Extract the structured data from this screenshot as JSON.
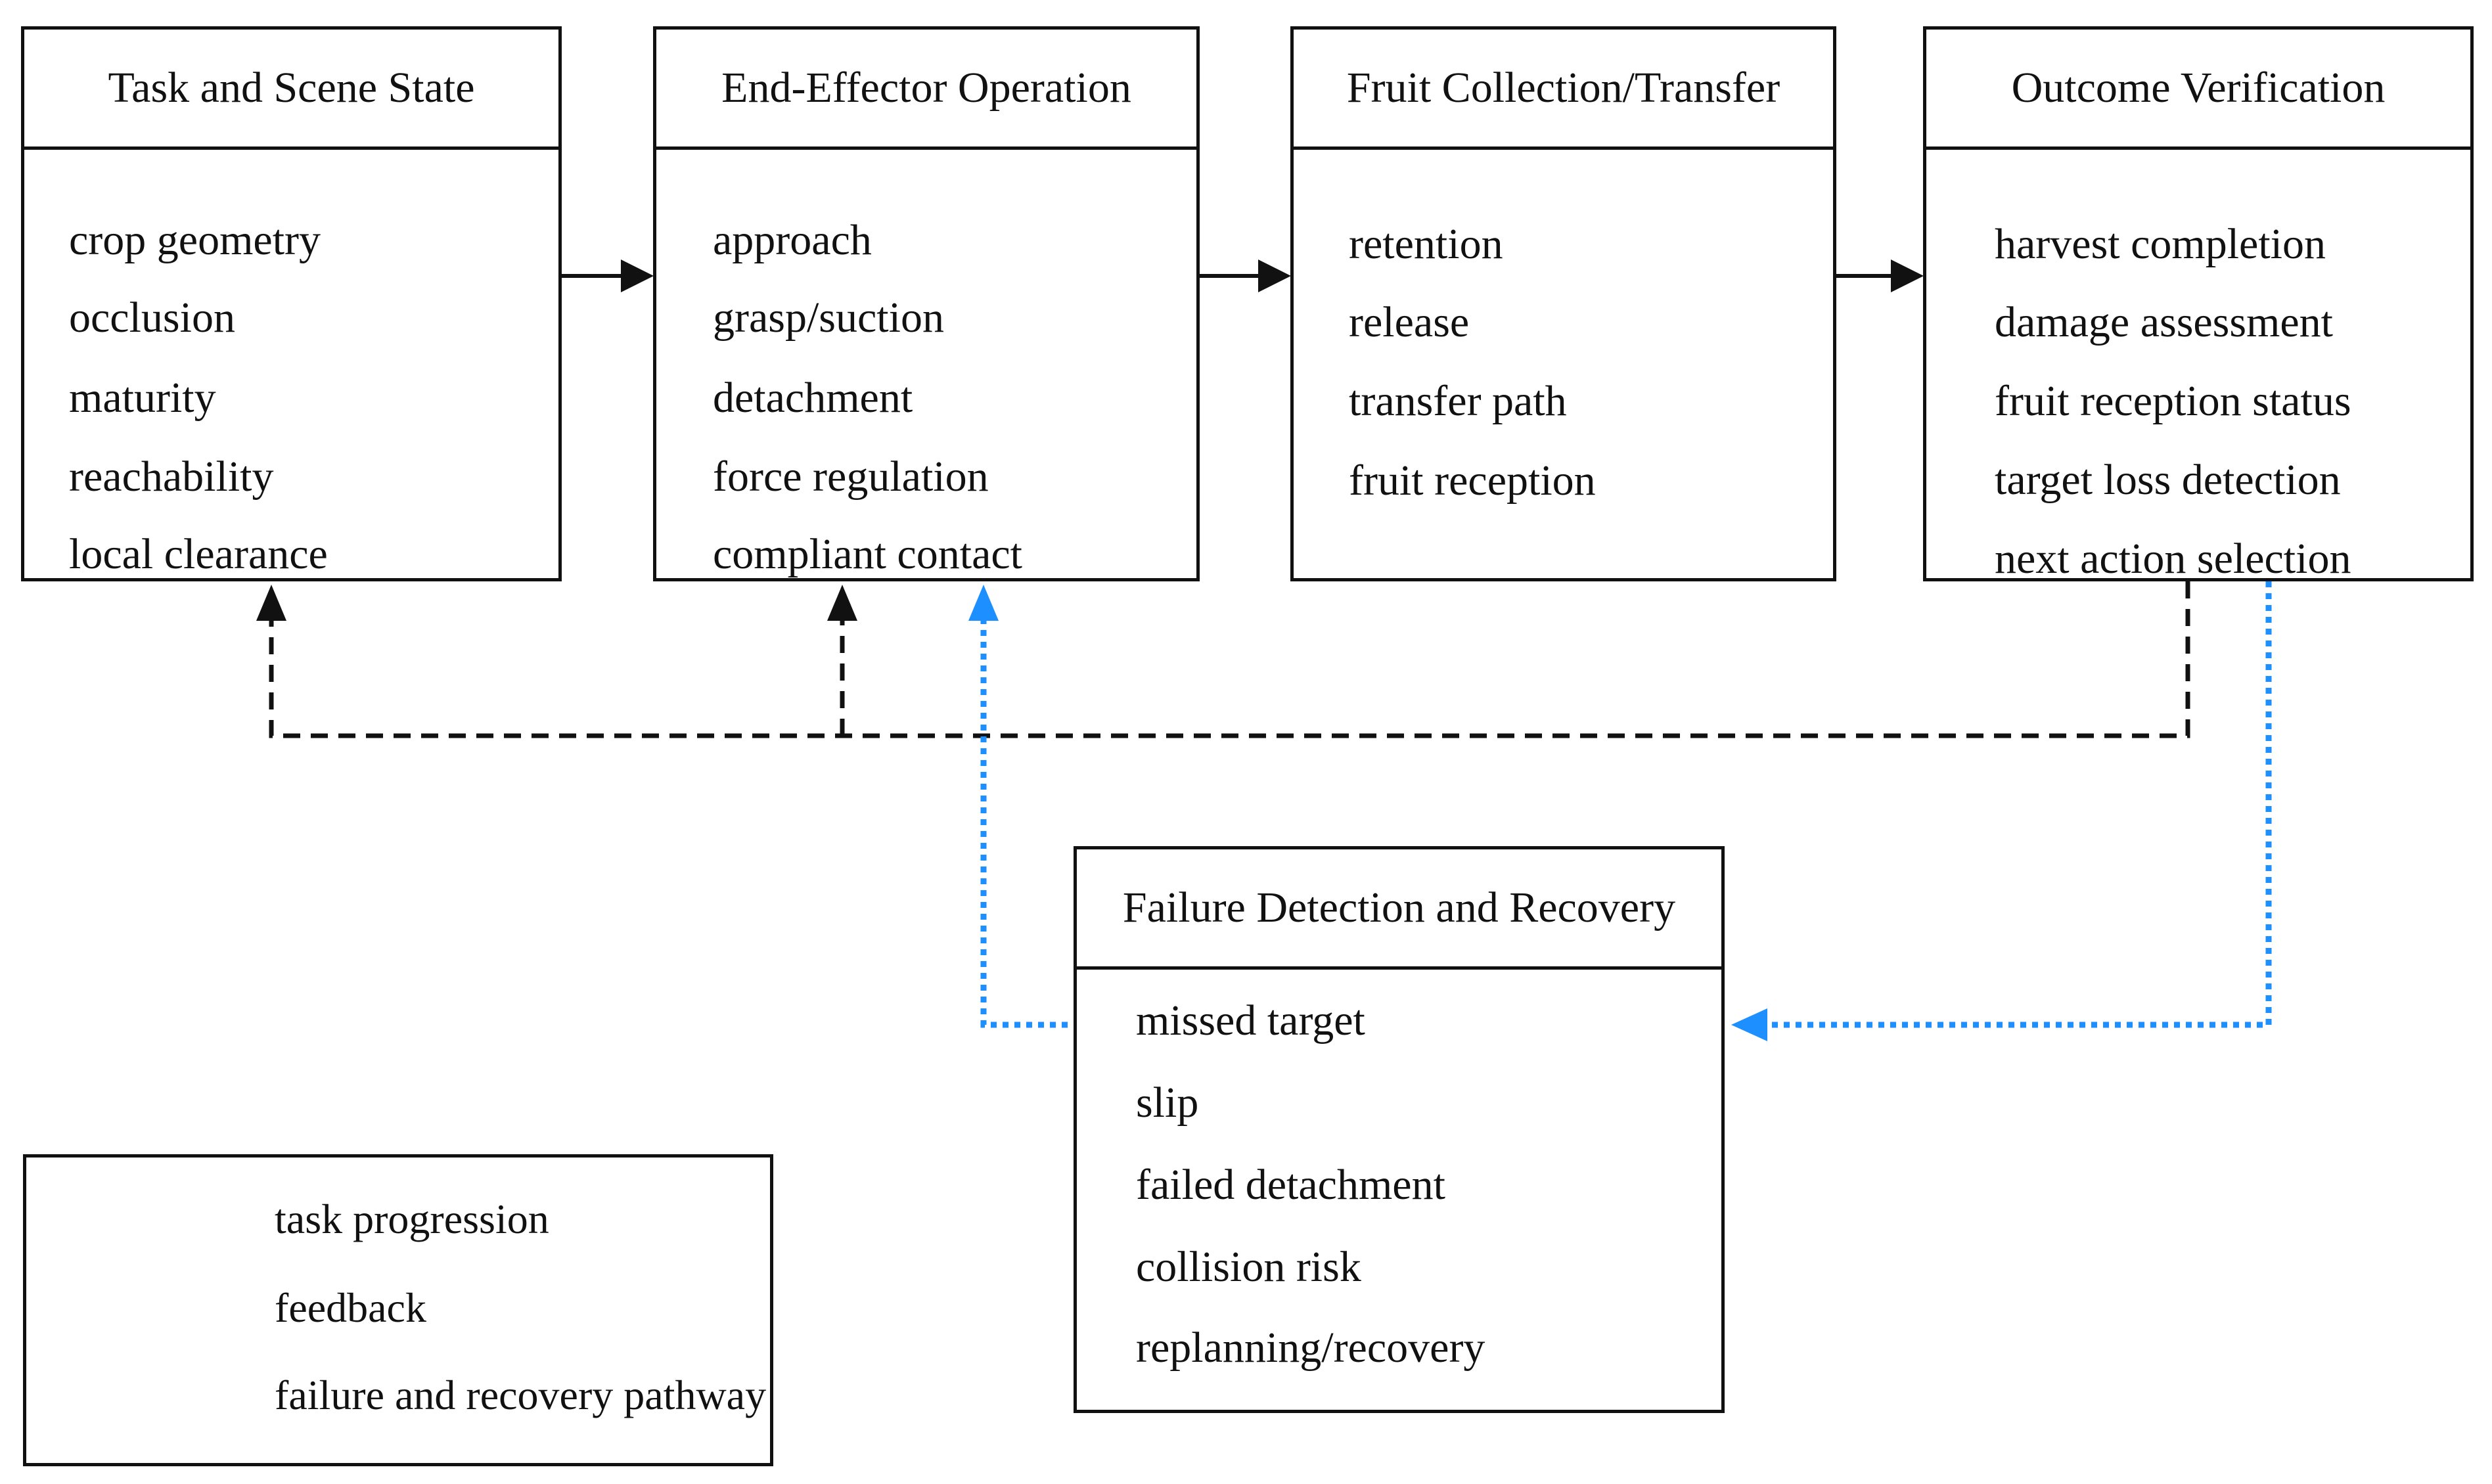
{
  "stages": [
    {
      "title": "Task and Scene State",
      "items": [
        "crop geometry",
        "occlusion",
        "maturity",
        "reachability",
        "local clearance"
      ]
    },
    {
      "title": "End-Effector Operation",
      "items": [
        "approach",
        "grasp/suction",
        "detachment",
        "force regulation",
        "compliant contact"
      ]
    },
    {
      "title": "Fruit Collection/Transfer",
      "items": [
        "retention",
        "release",
        "transfer path",
        "fruit reception"
      ]
    },
    {
      "title": "Outcome Verification",
      "items": [
        "harvest completion",
        "damage assessment",
        "fruit reception status",
        "target loss detection",
        "next action selection"
      ]
    }
  ],
  "recovery": {
    "title": "Failure Detection and Recovery",
    "items": [
      "missed target",
      "slip",
      "failed detachment",
      "collision risk",
      "replanning/recovery"
    ]
  },
  "legend": {
    "task_progression": "task progression",
    "feedback": "feedback",
    "failure_recovery": "failure and recovery pathway"
  },
  "colors": {
    "line": "#111111",
    "failure_path": "#1e8fff"
  }
}
